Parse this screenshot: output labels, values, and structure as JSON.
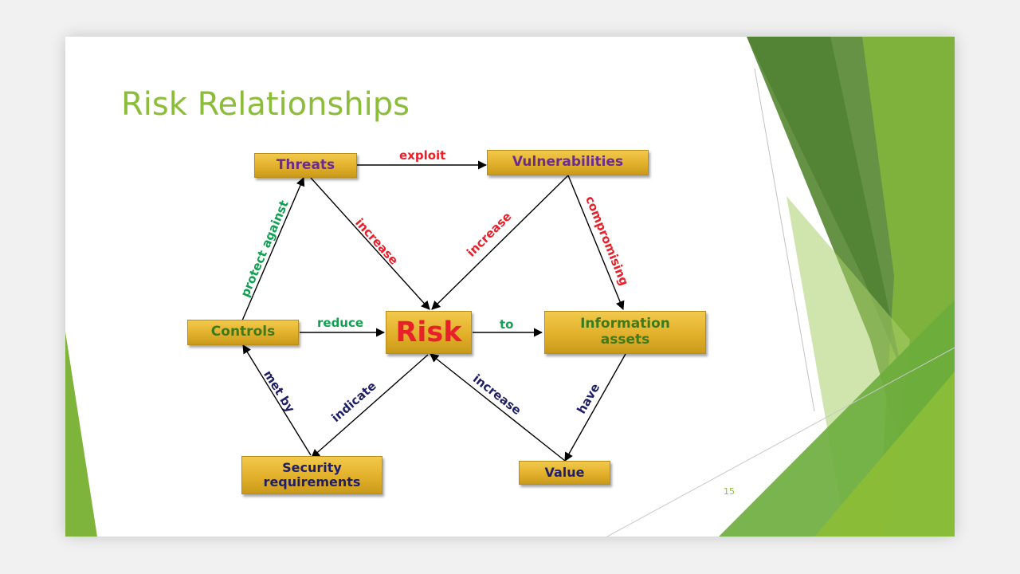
{
  "slide": {
    "title": "Risk Relationships",
    "page_number": "15"
  },
  "nodes": {
    "threats": "Threats",
    "vulnerabilities": "Vulnerabilities",
    "controls": "Controls",
    "risk": "Risk",
    "information_assets_line1": "Information",
    "information_assets_line2": "assets",
    "security_requirements_line1": "Security",
    "security_requirements_line2": "requirements",
    "value": "Value"
  },
  "edges": {
    "exploit": "exploit",
    "increase_threats": "increase",
    "increase_vulnerabilities": "increase",
    "compromising": "compromising",
    "protect_against": "protect against",
    "reduce": "reduce",
    "to": "to",
    "met_by": "met by",
    "indicate": "indicate",
    "increase_value": "increase",
    "have": "have"
  },
  "colors": {
    "title": "#8cbd3a",
    "node_fill": "#e2b02b",
    "node_text_purple": "#6a2d8f",
    "node_text_green": "#3d7a1e",
    "node_text_navy": "#1f1f66",
    "risk_text": "#e8202a",
    "label_red": "#e8202a",
    "label_green": "#12a052",
    "label_navy": "#1f1f66"
  }
}
